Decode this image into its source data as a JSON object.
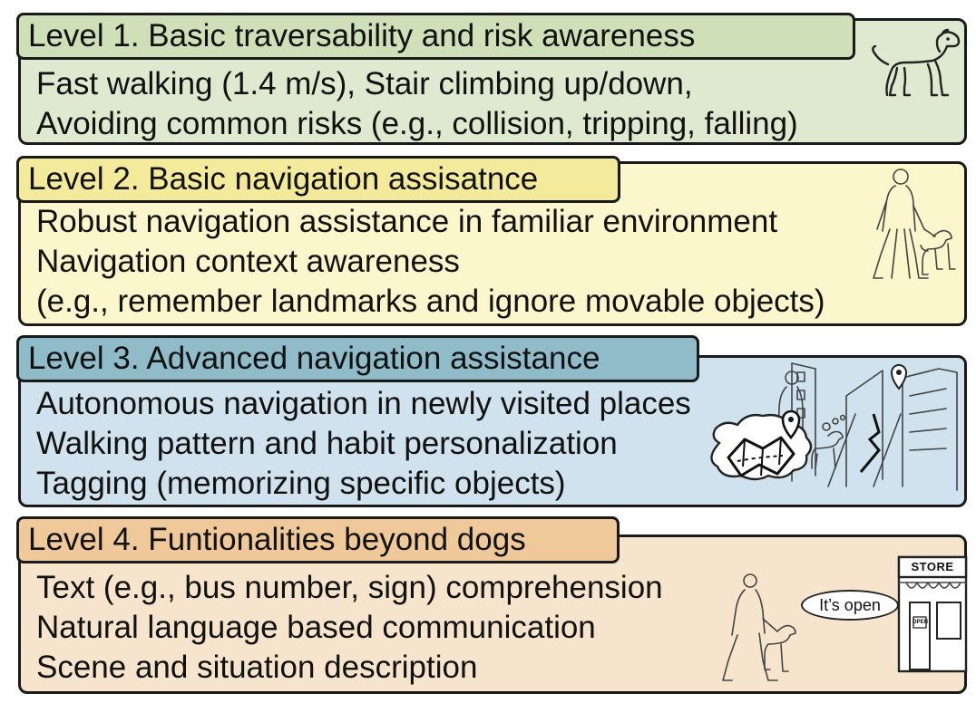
{
  "colors": {
    "level1_panel": "#dfe9d0",
    "level1_tab": "#cfe0b8",
    "level2_panel": "#fbf6cc",
    "level2_tab": "#f4ea9c",
    "level3_panel": "#cfe2ee",
    "level3_tab": "#8fbcc8",
    "level4_panel": "#f7e4cc",
    "level4_tab": "#efc999",
    "border": "#1a1a1a"
  },
  "levels": [
    {
      "title": "Level 1. Basic traversability and risk awareness",
      "lines": [
        "Fast walking (1.4 m/s), Stair climbing up/down,",
        "Avoiding common risks (e.g., collision, tripping, falling)"
      ],
      "icon": "dog-icon"
    },
    {
      "title": "Level 2. Basic navigation assisatnce",
      "lines": [
        "Robust navigation assistance in familiar environment",
        "Navigation context awareness",
        "(e.g., remember landmarks and ignore movable objects)"
      ],
      "icon": "person-with-guide-dog-icon"
    },
    {
      "title": "Level 3. Advanced navigation assistance",
      "lines": [
        "Autonomous navigation in newly visited places",
        "Walking pattern and habit personalization",
        "Tagging (memorizing specific objects)"
      ],
      "icon": "city-navigation-icon"
    },
    {
      "title": "Level 4. Funtionalities beyond dogs",
      "lines": [
        "Text (e.g., bus number, sign) comprehension",
        "Natural language based communication",
        "Scene and situation description"
      ],
      "icon": "store-communication-icon",
      "speech_bubble": "It’s open",
      "store_sign": "STORE",
      "door_sign": "OPEN"
    }
  ]
}
